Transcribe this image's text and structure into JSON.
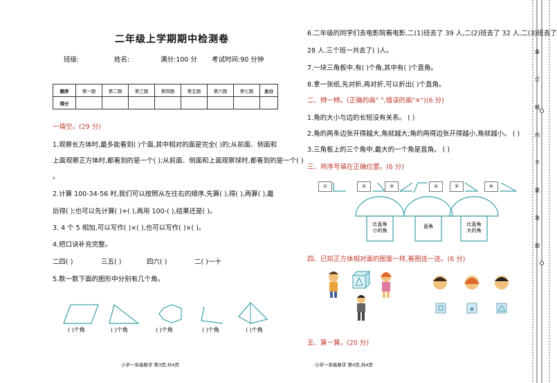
{
  "left": {
    "title": "二年级上学期期中检测卷",
    "info": {
      "class": "班级:",
      "name": "姓名:",
      "score": "满分:100 分",
      "time": "考试时间:90 分钟"
    },
    "table": {
      "headers": [
        "题序",
        "第一题",
        "第二题",
        "第三题",
        "第四题",
        "第五题",
        "第六题",
        "第七题",
        "总分"
      ],
      "row2": "得分"
    },
    "s1_title": "一填空。(29 分)",
    "q1a": "1.观察长方体时,最多能看到(     )个面,其中相对的面是完全(     )的;从前面、侧面和",
    "q1b": "上面观察正方体时,都看到的是一个(     );从前面、侧面和上面观察球时,都看到的是一个(     )",
    "q1c": "。",
    "q2a": "2.计算 100-34-56 时,我们可以按照从左往右的顺序,先算(      ),得(      ),再算(      ),最",
    "q2b": "后得(      );也可以先计算(      )+(      ),再用 100-(      ),结果还是(      )。",
    "q3": "3. 4 个 5 相加,可以写作(     )×(     ),也可以写作(     )×(     )。",
    "q4": "4.把口诀补充完整。",
    "q4_items": [
      "二四(        )",
      "三五(        )",
      "四六(        )",
      "二(        )一十"
    ],
    "q5": "5.数一数下面的图形中分别有几个角。",
    "q5_labels": [
      "(    )个角",
      "(    )个角",
      "(    )个角",
      "(    )个角",
      "(    )个角"
    ],
    "footer": "小学一年级数学  第3页,共4页"
  },
  "right": {
    "q6a": "6.二年级的同学们去电影院看电影,二(1)班去了 39 人,二(2)班去了 32 人,二(3)班去了",
    "q6b": "28 人.三个班一共去了(     )人。",
    "q7": "7.一块三角板中,有(     )个角,其中有(     )个直角。",
    "q8": "8.拿一张纸,先对折,再对折,可以折出(     )个直角。",
    "s2_title": "二、辨一辨。(正确的画\" \",错误的画\"✕\")(6 分)",
    "j1": "1.角的大小与边的长短没有关系。    (     )",
    "j2": "2.角的两条边张开得越大,角就越大;角的两得边张开得越小,角就越小。  (     )",
    "j3": "3.三角板上的三个角中,最大的一个角是直角。      (     )",
    "s3_title": "三、将序号填在正确位置。(6 分)",
    "nums": [
      "①",
      "②",
      "③",
      "④",
      "⑤",
      "⑥"
    ],
    "mush": [
      "比直角\n小的角",
      "直角",
      "比直角\n大的角"
    ],
    "s4_title": "四、已知正方体相对面的图案一样,看图连一连。(6 分)",
    "s5_title": "五、算一算。(20 分)",
    "footer": "小学一年级数学  第4页,共4页"
  },
  "binding": {
    "chars": [
      "装",
      "订",
      "线",
      "内",
      "不",
      "要",
      "答",
      "题"
    ]
  }
}
